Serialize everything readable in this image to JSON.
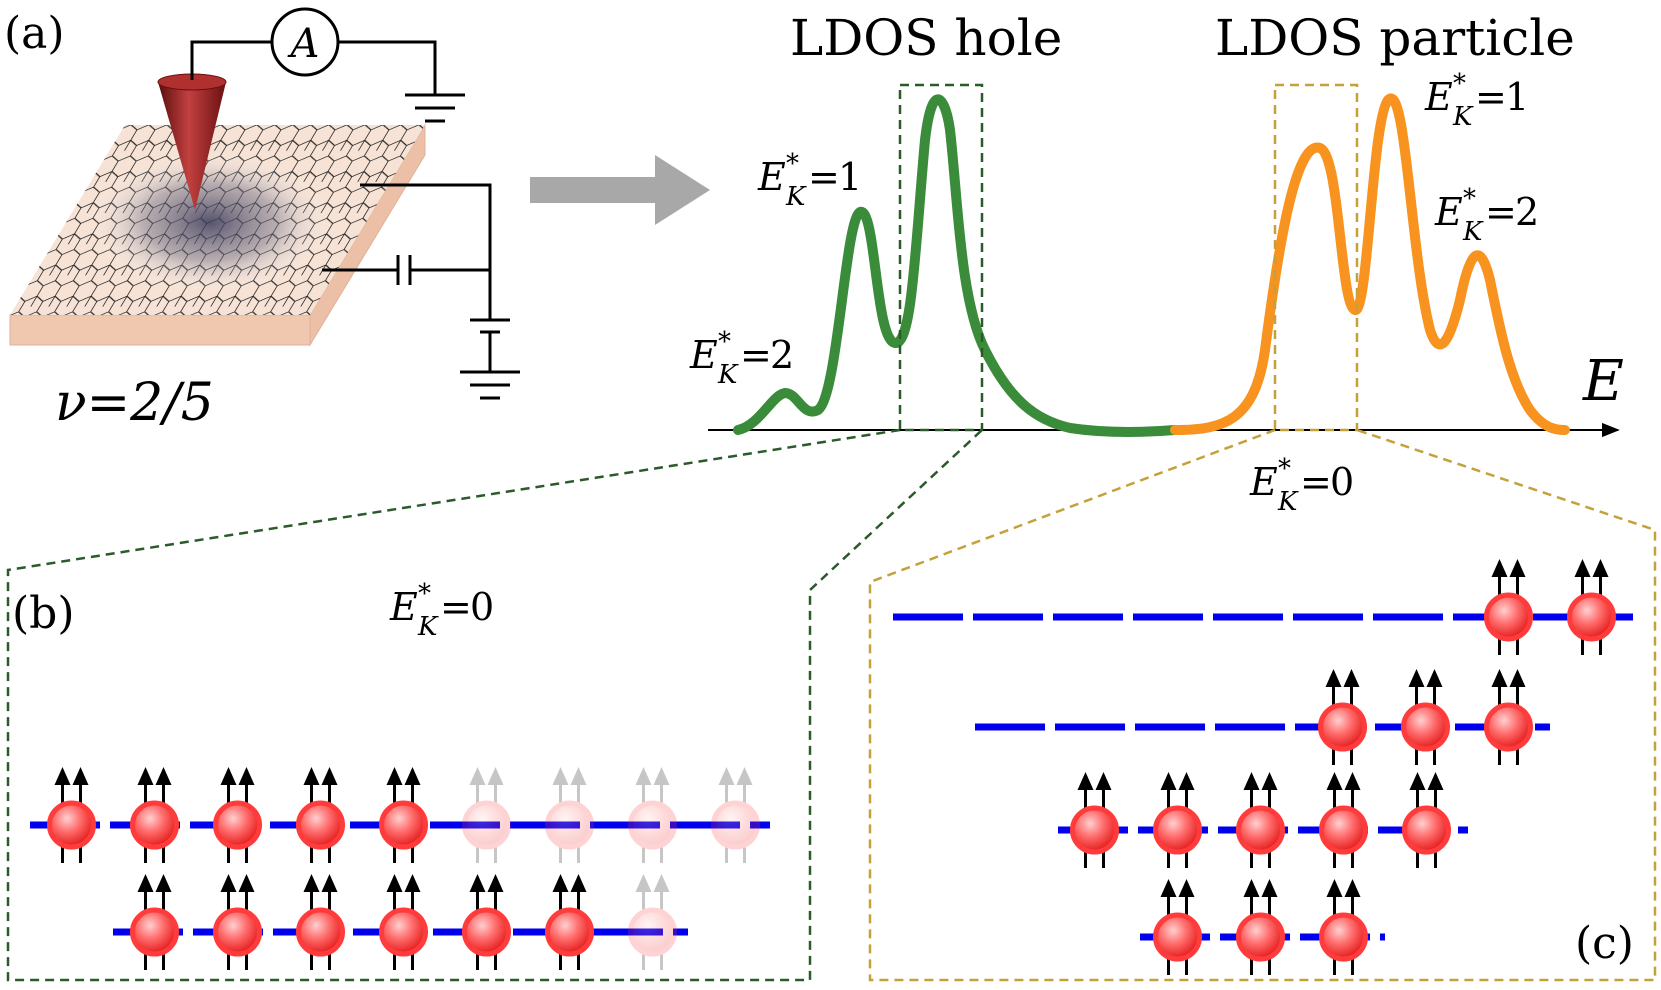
{
  "panels": {
    "a": "(a)",
    "b": "(b)",
    "c": "(c)"
  },
  "filling_factor": "ν=2/5",
  "ammeter_label": "A",
  "titles": {
    "hole": "LDOS hole",
    "particle": "LDOS particle"
  },
  "energy_axis_label": "E",
  "peak_labels": {
    "hole_E1": "1",
    "hole_E2": "2",
    "particle_E1": "1",
    "particle_E2": "2",
    "particle_E0": "0",
    "b_E0": "0"
  },
  "ek_symbol": "E",
  "ek_sub": "K",
  "ek_sup": "*",
  "colors": {
    "hole_curve": "#3a8c3a",
    "particle_curve": "#f7931e",
    "hole_box": "#2b5a2b",
    "particle_box": "#c4a13a",
    "level_line": "#0000ee",
    "particle_fill": "#ff3b3b",
    "tip": "#8b1a1a",
    "substrate": "#f5d5c0"
  },
  "panel_b_rows": [
    {
      "filled": 5,
      "faded": 4
    },
    {
      "filled": 6,
      "faded": 1
    }
  ],
  "panel_c_rows": [
    {
      "filled": 2
    },
    {
      "filled": 3
    },
    {
      "filled": 5
    },
    {
      "filled": 3
    }
  ]
}
